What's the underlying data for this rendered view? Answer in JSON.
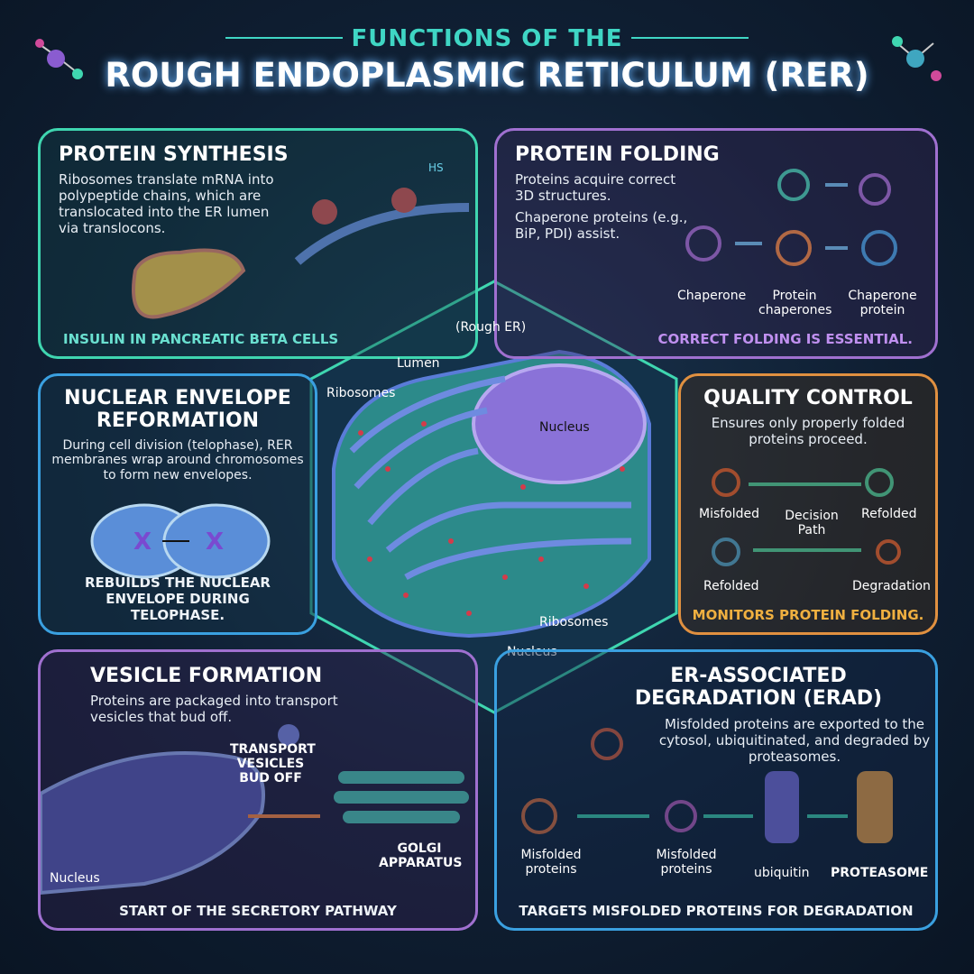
{
  "title": {
    "line1": "FUNCTIONS OF THE",
    "line2": "ROUGH ENDOPLASMIC RETICULUM (RER)"
  },
  "colors": {
    "green": "#3fd6b0",
    "purple": "#a070d0",
    "blue": "#3aa0e0",
    "orange": "#e09040",
    "background": "#0f1f33"
  },
  "protein_synthesis": {
    "heading": "PROTEIN SYNTHESIS",
    "body": "Ribosomes translate mRNA into polypeptide chains, which are translocated into the ER lumen via translocons.",
    "label": "HS",
    "footer": "INSULIN IN PANCREATIC BETA CELLS"
  },
  "protein_folding": {
    "heading": "PROTEIN FOLDING",
    "body1": "Proteins acquire correct 3D structures.",
    "body2": "Chaperone proteins (e.g., BiP, PDI) assist.",
    "labels": [
      "Chaperone",
      "Protein chaperones",
      "Chaperone protein"
    ],
    "footer": "CORRECT FOLDING IS ESSENTIAL."
  },
  "nuclear_envelope": {
    "heading": "NUCLEAR ENVELOPE REFORMATION",
    "body": "During cell division (telophase), RER membranes wrap around chromosomes to form new envelopes.",
    "footer": "REBUILDS THE NUCLEAR ENVELOPE DURING TELOPHASE."
  },
  "quality_control": {
    "heading": "QUALITY CONTROL",
    "body": "Ensures only properly folded proteins proceed.",
    "labels": [
      "Misfolded",
      "Decision Path",
      "Refolded",
      "Refolded",
      "Degradation"
    ],
    "footer": "MONITORS PROTEIN FOLDING."
  },
  "center": {
    "labels": [
      "(Rough ER)",
      "Lumen",
      "Ribosomes",
      "Nucleus",
      "Ribosomes",
      "Nucleus"
    ]
  },
  "vesicle_formation": {
    "heading": "VESICLE FORMATION",
    "body": "Proteins are packaged into transport vesicles that bud off.",
    "labels": [
      "TRANSPORT VESICLES BUD OFF",
      "GOLGI APPARATUS",
      "Nucleus"
    ],
    "footer": "START OF THE SECRETORY PATHWAY"
  },
  "erad": {
    "heading": "ER-ASSOCIATED DEGRADATION (ERAD)",
    "body": "Misfolded proteins are exported to the cytosol, ubiquitinated, and degraded by proteasomes.",
    "labels": [
      "Misfolded proteins",
      "Misfolded proteins",
      "ubiquitin",
      "PROTEASOME"
    ],
    "footer": "TARGETS MISFOLDED PROTEINS FOR DEGRADATION"
  }
}
